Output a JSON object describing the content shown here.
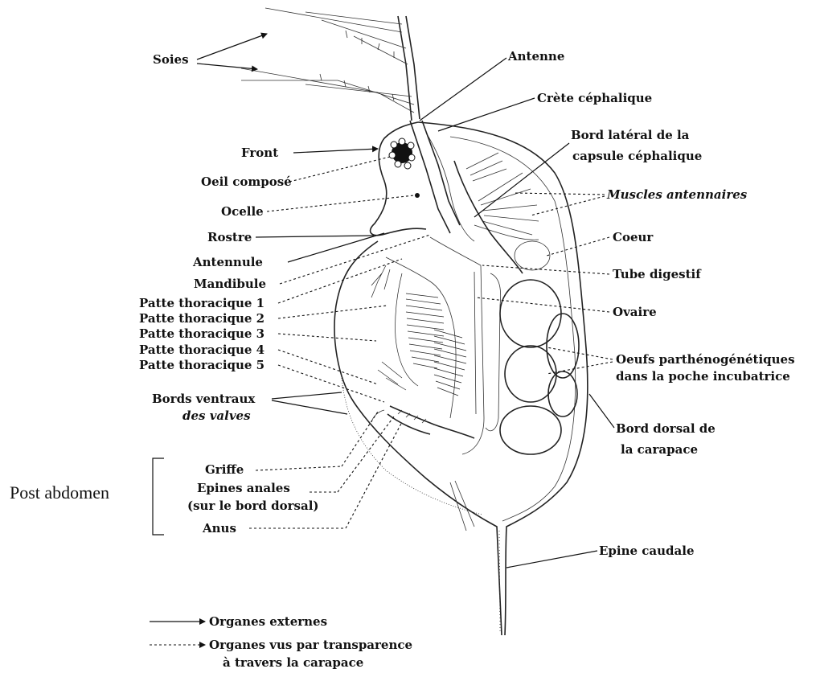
{
  "labels": {
    "soies": "Soies",
    "antenne": "Antenne",
    "crete": "Crète céphalique",
    "bord_lateral_1": "Bord latéral de la",
    "bord_lateral_2": "capsule céphalique",
    "front": "Front",
    "oeil": "Oeil composé",
    "ocelle": "Ocelle",
    "rostre": "Rostre",
    "antennule": "Antennule",
    "mandibule": "Mandibule",
    "patte1": "Patte thoracique 1",
    "patte2": "Patte thoracique 2",
    "patte3": "Patte thoracique 3",
    "patte4": "Patte thoracique 4",
    "patte5": "Patte thoracique 5",
    "muscles": "Muscles antennaires",
    "coeur": "Coeur",
    "tube": "Tube digestif",
    "ovaire": "Ovaire",
    "oeufs_1": "Oeufs parthénogénétiques",
    "oeufs_2": "dans la poche incubatrice",
    "bords_ventraux_1": "Bords ventraux",
    "bords_ventraux_2": "des valves",
    "bord_dorsal_1": "Bord dorsal de",
    "bord_dorsal_2": "la carapace",
    "post_abdomen": "Post abdomen",
    "griffe": "Griffe",
    "epines_1": "Epines anales",
    "epines_2": "(sur le bord dorsal)",
    "anus": "Anus",
    "epine_caudale": "Epine caudale"
  },
  "legend": {
    "externes": "Organes externes",
    "transparence_1": "Organes vus par transparence",
    "transparence_2": "à travers la carapace"
  },
  "colors": {
    "ink": "#111111",
    "background": "#ffffff"
  }
}
